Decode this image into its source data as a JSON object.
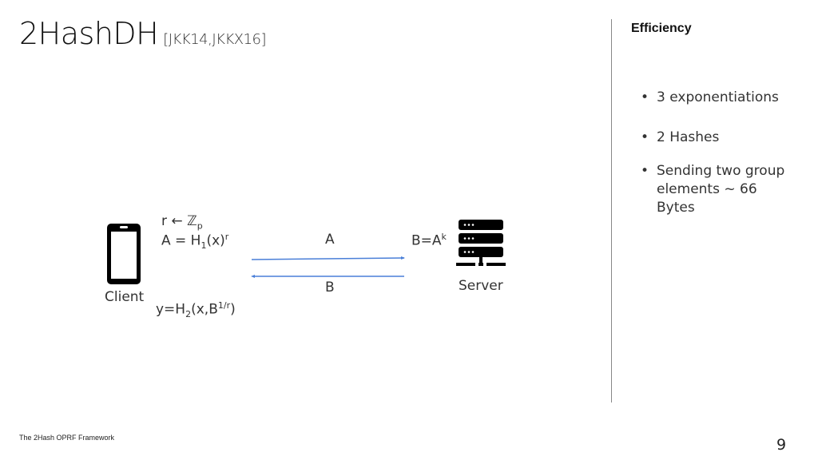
{
  "title": "2HashDH",
  "citation": "[JKK14,JKKX16]",
  "sidebar": {
    "heading": "Efficiency",
    "bullets": [
      "3 exponentiations",
      "2 Hashes",
      "Sending two group elements ~ 66 Bytes"
    ]
  },
  "diagram": {
    "client_label": "Client",
    "server_label": "Server",
    "step1": {
      "base": "r ← ℤ",
      "sub": "p"
    },
    "step2": {
      "a": "A = H",
      "sub": "1",
      "b": "(x)",
      "sup": "r"
    },
    "server_step": {
      "a": "B=A",
      "sup": "k"
    },
    "final": {
      "a": "y=H",
      "sub": "2",
      "b": "(x,B",
      "sup": "1/r",
      "c": ")"
    },
    "arrow_forward_label": "A",
    "arrow_back_label": "B",
    "arrow_color": "#4a7fd8"
  },
  "footer": "The 2Hash OPRF Framework",
  "page_number": "9"
}
